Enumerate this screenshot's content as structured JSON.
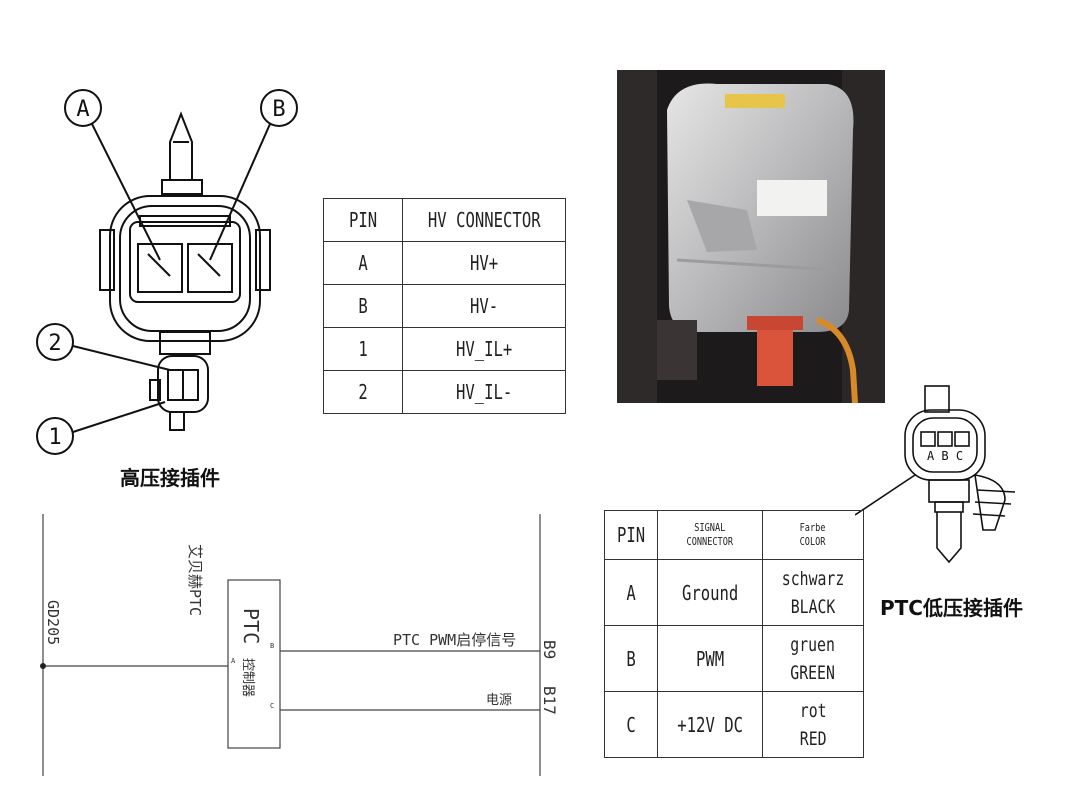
{
  "hv_connector": {
    "callouts": [
      "A",
      "B",
      "2",
      "1"
    ],
    "caption": "高压接插件",
    "table": {
      "headers": [
        "PIN",
        "HV CONNECTOR"
      ],
      "rows": [
        [
          "A",
          "HV+"
        ],
        [
          "B",
          "HV-"
        ],
        [
          "1",
          "HV_IL+"
        ],
        [
          "2",
          "HV_IL-"
        ]
      ]
    }
  },
  "lv_connector": {
    "caption": "PTC低压接插件",
    "pin_letters": "A B C",
    "table": {
      "headers": [
        "PIN",
        "SIGNAL\nCONNECTOR",
        "Farbe\nCOLOR"
      ],
      "rows": [
        [
          "A",
          "Ground",
          "schwarz\nBLACK"
        ],
        [
          "B",
          "PWM",
          "gruen\nGREEN"
        ],
        [
          "C",
          "+12V DC",
          "rot\nRED"
        ]
      ]
    }
  },
  "wiring": {
    "ground_label": "GD205",
    "part_label": "艾贝赫PTC",
    "module_label": "PTC",
    "module_sublabel": "控制器",
    "pin_a": "A",
    "pin_b": "B",
    "pin_c": "C",
    "signal_pwm": "PTC PWM启停信号",
    "signal_power": "电源",
    "conn_b9": "B9",
    "conn_b17": "B17"
  },
  "photo": {
    "subject": "ptc-heater-unit-photo"
  }
}
